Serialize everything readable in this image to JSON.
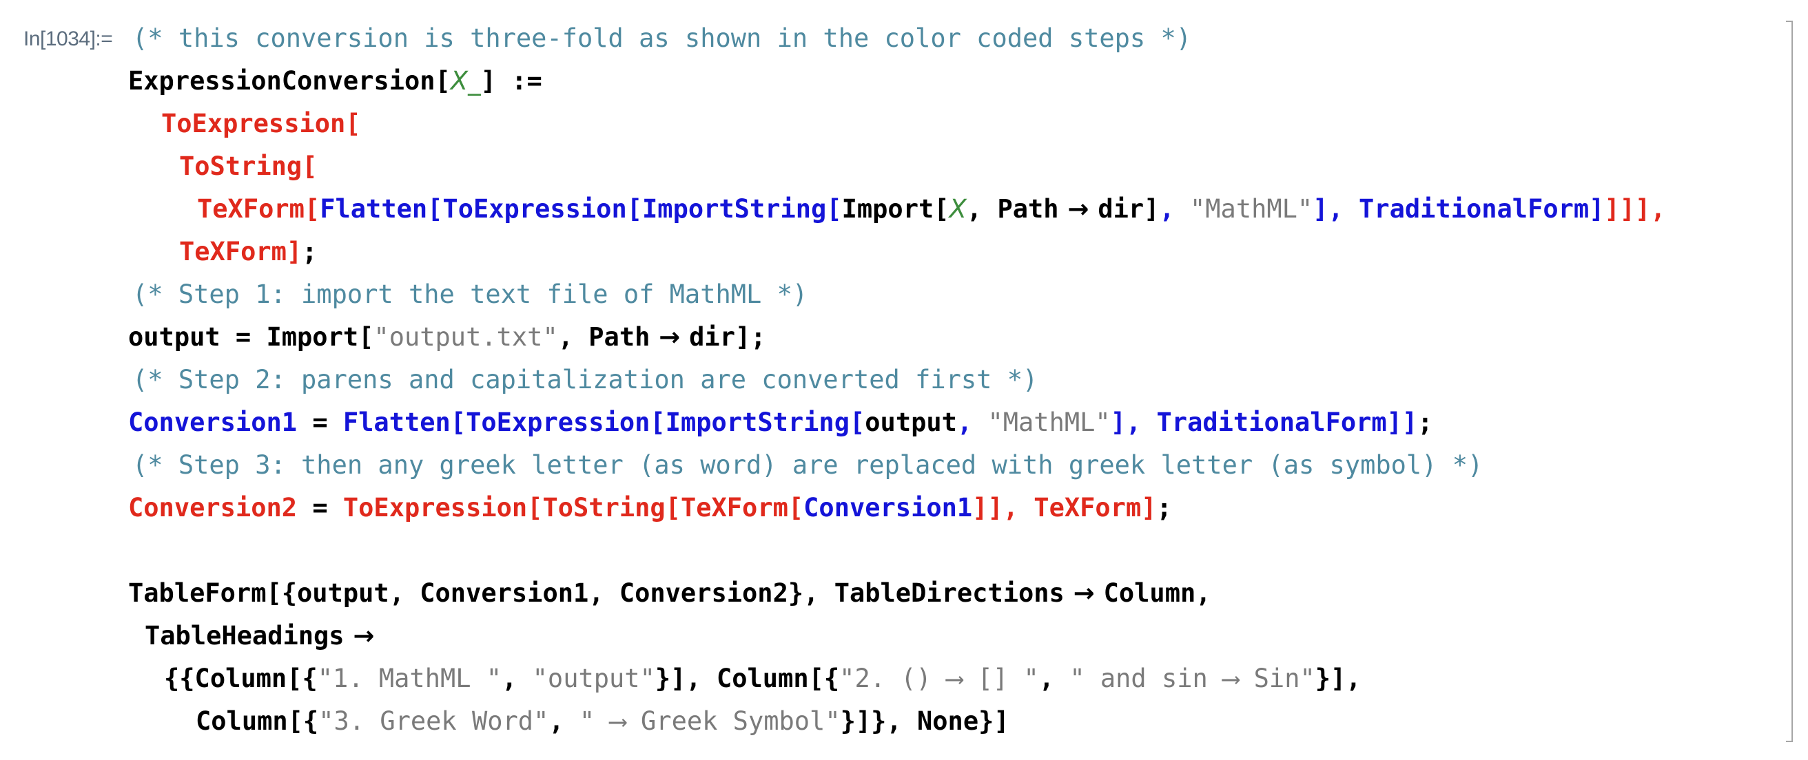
{
  "cell": {
    "label": "In[1034]:=",
    "lines": [
      [
        {
          "t": "(* this conversion is three-fold as shown in the color coded steps *)",
          "c": "comment"
        }
      ],
      [
        {
          "t": "ExpressionConversion[",
          "c": "plain"
        },
        {
          "t": "X_",
          "c": "green"
        },
        {
          "t": "] :=",
          "c": "plain"
        }
      ],
      [
        {
          "t": "ToExpression[",
          "c": "red"
        }
      ],
      [
        {
          "t": "ToString[",
          "c": "red"
        }
      ],
      [
        {
          "t": "TeXForm[",
          "c": "red"
        },
        {
          "t": "Flatten[ToExpression[ImportString[",
          "c": "blue"
        },
        {
          "t": "Import[",
          "c": "plain"
        },
        {
          "t": "X",
          "c": "green"
        },
        {
          "t": ", Path",
          "c": "plain"
        },
        {
          "t": " → ",
          "c": "sym"
        },
        {
          "t": "dir]",
          "c": "plain"
        },
        {
          "t": ", ",
          "c": "blue"
        },
        {
          "t": "\"MathML\"",
          "c": "str"
        },
        {
          "t": "], TraditionalForm]",
          "c": "blue"
        },
        {
          "t": "]]],",
          "c": "red"
        }
      ],
      [
        {
          "t": "TeXForm]",
          "c": "red"
        },
        {
          "t": ";",
          "c": "plain"
        }
      ],
      [
        {
          "t": "(* Step 1: import the text file of MathML *)",
          "c": "comment"
        }
      ],
      [
        {
          "t": "output = Import[",
          "c": "plain"
        },
        {
          "t": "\"output.txt\"",
          "c": "str"
        },
        {
          "t": ", Path",
          "c": "plain"
        },
        {
          "t": " → ",
          "c": "sym"
        },
        {
          "t": "dir];",
          "c": "plain"
        }
      ],
      [
        {
          "t": "(* Step 2: parens and capitalization are converted first *)",
          "c": "comment"
        }
      ],
      [
        {
          "t": "Conversion1",
          "c": "blue"
        },
        {
          "t": " = ",
          "c": "plain"
        },
        {
          "t": "Flatten[ToExpression[ImportString[",
          "c": "blue"
        },
        {
          "t": "output",
          "c": "plain"
        },
        {
          "t": ", ",
          "c": "blue"
        },
        {
          "t": "\"MathML\"",
          "c": "str"
        },
        {
          "t": "], TraditionalForm]]",
          "c": "blue"
        },
        {
          "t": ";",
          "c": "plain"
        }
      ],
      [
        {
          "t": "(* Step 3: then any greek letter (as word) are replaced with greek letter (as symbol) *)",
          "c": "comment"
        }
      ],
      [
        {
          "t": "Conversion2",
          "c": "red"
        },
        {
          "t": " = ",
          "c": "plain"
        },
        {
          "t": "ToExpression[ToString[TeXForm[",
          "c": "red"
        },
        {
          "t": "Conversion1",
          "c": "blue"
        },
        {
          "t": "]], TeXForm]",
          "c": "red"
        },
        {
          "t": ";",
          "c": "plain"
        }
      ],
      [],
      [
        {
          "t": "TableForm[{output, Conversion1, Conversion2}, TableDirections",
          "c": "plain"
        },
        {
          "t": " → ",
          "c": "sym"
        },
        {
          "t": "Column,",
          "c": "plain"
        }
      ],
      [
        {
          "t": "TableHeadings",
          "c": "plain"
        },
        {
          "t": " →",
          "c": "sym"
        }
      ],
      [
        {
          "t": "{{Column[{",
          "c": "plain"
        },
        {
          "t": "\"1. MathML \"",
          "c": "str"
        },
        {
          "t": ", ",
          "c": "plain"
        },
        {
          "t": "\"output\"",
          "c": "str"
        },
        {
          "t": "}], Column[{",
          "c": "plain"
        },
        {
          "t": "\"2. () ⟶ [] \"",
          "c": "str"
        },
        {
          "t": ", ",
          "c": "plain"
        },
        {
          "t": "\" and sin ⟶ Sin\"",
          "c": "str"
        },
        {
          "t": "}],",
          "c": "plain"
        }
      ],
      [
        {
          "t": "Column[{",
          "c": "plain"
        },
        {
          "t": "\"3. Greek Word\"",
          "c": "str"
        },
        {
          "t": ", ",
          "c": "plain"
        },
        {
          "t": "\" ⟶ Greek Symbol\"",
          "c": "str"
        },
        {
          "t": "}]}, None}]",
          "c": "plain"
        }
      ]
    ]
  }
}
